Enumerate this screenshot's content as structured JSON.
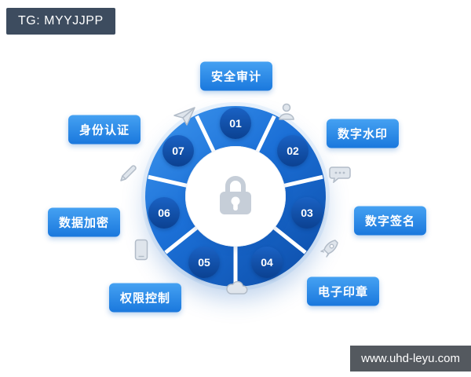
{
  "header_badge": {
    "text": "TG: MYYJJPP"
  },
  "footer_badge": {
    "text": "www.uhd-leyu.com"
  },
  "diagram": {
    "center_icon": "lock-icon",
    "items": [
      {
        "number": "01",
        "label": "安全审计"
      },
      {
        "number": "02",
        "label": "数字水印"
      },
      {
        "number": "03",
        "label": "数字签名"
      },
      {
        "number": "04",
        "label": "电子印章"
      },
      {
        "number": "05",
        "label": "权限控制"
      },
      {
        "number": "06",
        "label": "数据加密"
      },
      {
        "number": "07",
        "label": "身份认证"
      }
    ],
    "colors": {
      "label_pill": "#2f8ee9",
      "node_circle": "#0d4aa0",
      "ring_gradient_start": "#3e97ef",
      "ring_gradient_end": "#0c4ba5",
      "lock": "#c6ced8",
      "header_badge_bg": "#3d4c5f",
      "footer_badge_bg": "#54595f"
    },
    "decorative_icons": [
      "paper-plane-icon",
      "person-icon",
      "chat-bubble-icon",
      "rocket-icon",
      "cloud-icon",
      "smartphone-icon",
      "pencil-icon"
    ]
  }
}
